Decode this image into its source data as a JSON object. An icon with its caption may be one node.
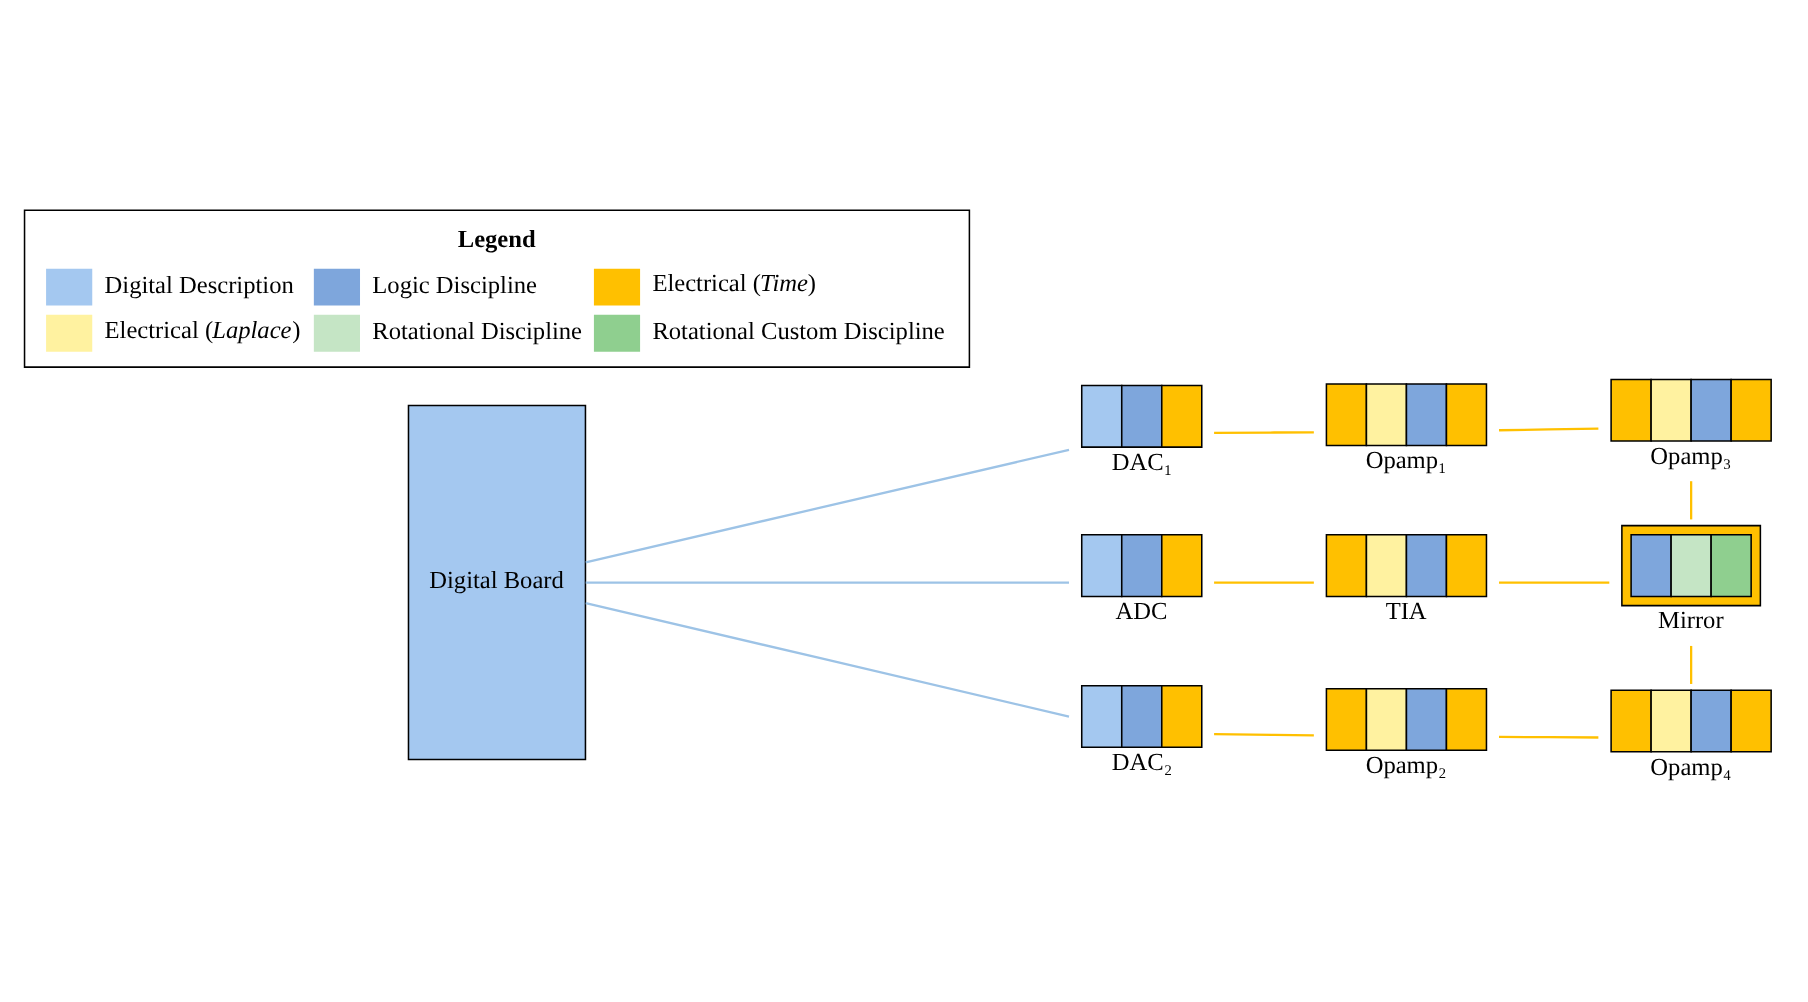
{
  "diagram": {
    "nodes": [
      {
        "text": [
          "Digital Board"
        ]
      },
      {
        "text": [
          "DAC₁"
        ]
      },
      {
        "text": [
          "Opamp₁"
        ]
      },
      {
        "text": [
          "Opamp₃"
        ]
      },
      {
        "text": [
          "ADC"
        ]
      },
      {
        "text": [
          "TIA"
        ]
      },
      {
        "text": [
          "Mirror"
        ]
      },
      {
        "text": [
          "DAC₂"
        ]
      },
      {
        "text": [
          "Opamp₂"
        ]
      },
      {
        "text": [
          "Opamp₄"
        ]
      }
    ],
    "edges": [
      {
        "from": 0,
        "to": 1,
        "arrow": "none",
        "color": "#9dc3e6"
      },
      {
        "from": 1,
        "to": 2,
        "arrow": "none"
      },
      {
        "from": 2,
        "to": 3,
        "arrow": "none"
      },
      {
        "from": 0,
        "to": 4,
        "arrow": "none",
        "color": "#9dc3e6"
      },
      {
        "from": 4,
        "to": 5,
        "arrow": "none"
      },
      {
        "from": 5,
        "to": 6,
        "arrow": "none"
      },
      {
        "from": 0,
        "to": 7,
        "arrow": "none",
        "color": "#9dc3e6"
      },
      {
        "from": 7,
        "to": 8,
        "arrow": "none"
      },
      {
        "from": 8,
        "to": 9,
        "arrow": "none"
      },
      {
        "from": 3,
        "to": 6,
        "arrow": "none"
      },
      {
        "from": 6,
        "to": 9,
        "arrow": "none"
      }
    ],
    "labels": [
      "Legend"
    ],
    "legend": [
      {
        "text": "Digital Description",
        "color": "#a4c8f0"
      },
      {
        "text": "Logic Discipline",
        "color": "#7ea6dc"
      },
      {
        "text": "Electrical (*Time*)",
        "color": "#ffc000"
      },
      {
        "text": "Electrical (*Laplace*)",
        "color": "#fff2a0"
      },
      {
        "text": "Rotational Discipline",
        "color": "#c5e5c5"
      },
      {
        "text": "Rotational Custom Discipline",
        "color": "#8fcf8f"
      }
    ]
  }
}
